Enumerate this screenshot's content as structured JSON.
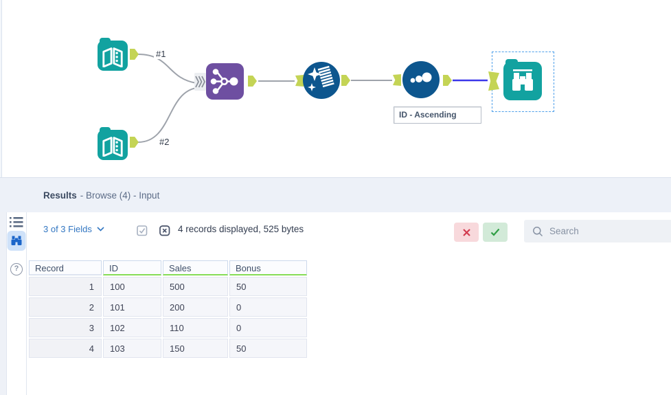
{
  "colors": {
    "teal": "#12a2a0",
    "purple": "#6e4fa1",
    "tool-blue": "#0d568e",
    "anchor-green": "#c4d455",
    "wire-gray": "#9ea3ab",
    "wire-selected": "#3b37ea",
    "selection-blue": "#4d9fea",
    "link-blue": "#3377c2",
    "green-underline": "#85dc55",
    "btn-red-bg": "#f8d9dc",
    "btn-red-fg": "#d23b4f",
    "btn-green-bg": "#d2ead8",
    "btn-green-fg": "#2f9e44"
  },
  "canvas": {
    "connection_labels": {
      "first": "#1",
      "second": "#2"
    },
    "annotation": "ID - Ascending"
  },
  "results": {
    "title": "Results",
    "subtitle": "- Browse (4) - Input",
    "toolbar": {
      "fields_label": "3 of 3 Fields",
      "records_summary": "4 records displayed, 525 bytes",
      "search_placeholder": "Search"
    },
    "table": {
      "columns": [
        "Record",
        "ID",
        "Sales",
        "Bonus"
      ],
      "rows": [
        [
          "1",
          "100",
          "500",
          "50"
        ],
        [
          "2",
          "101",
          "200",
          "0"
        ],
        [
          "3",
          "102",
          "110",
          "0"
        ],
        [
          "4",
          "103",
          "150",
          "50"
        ]
      ]
    }
  }
}
